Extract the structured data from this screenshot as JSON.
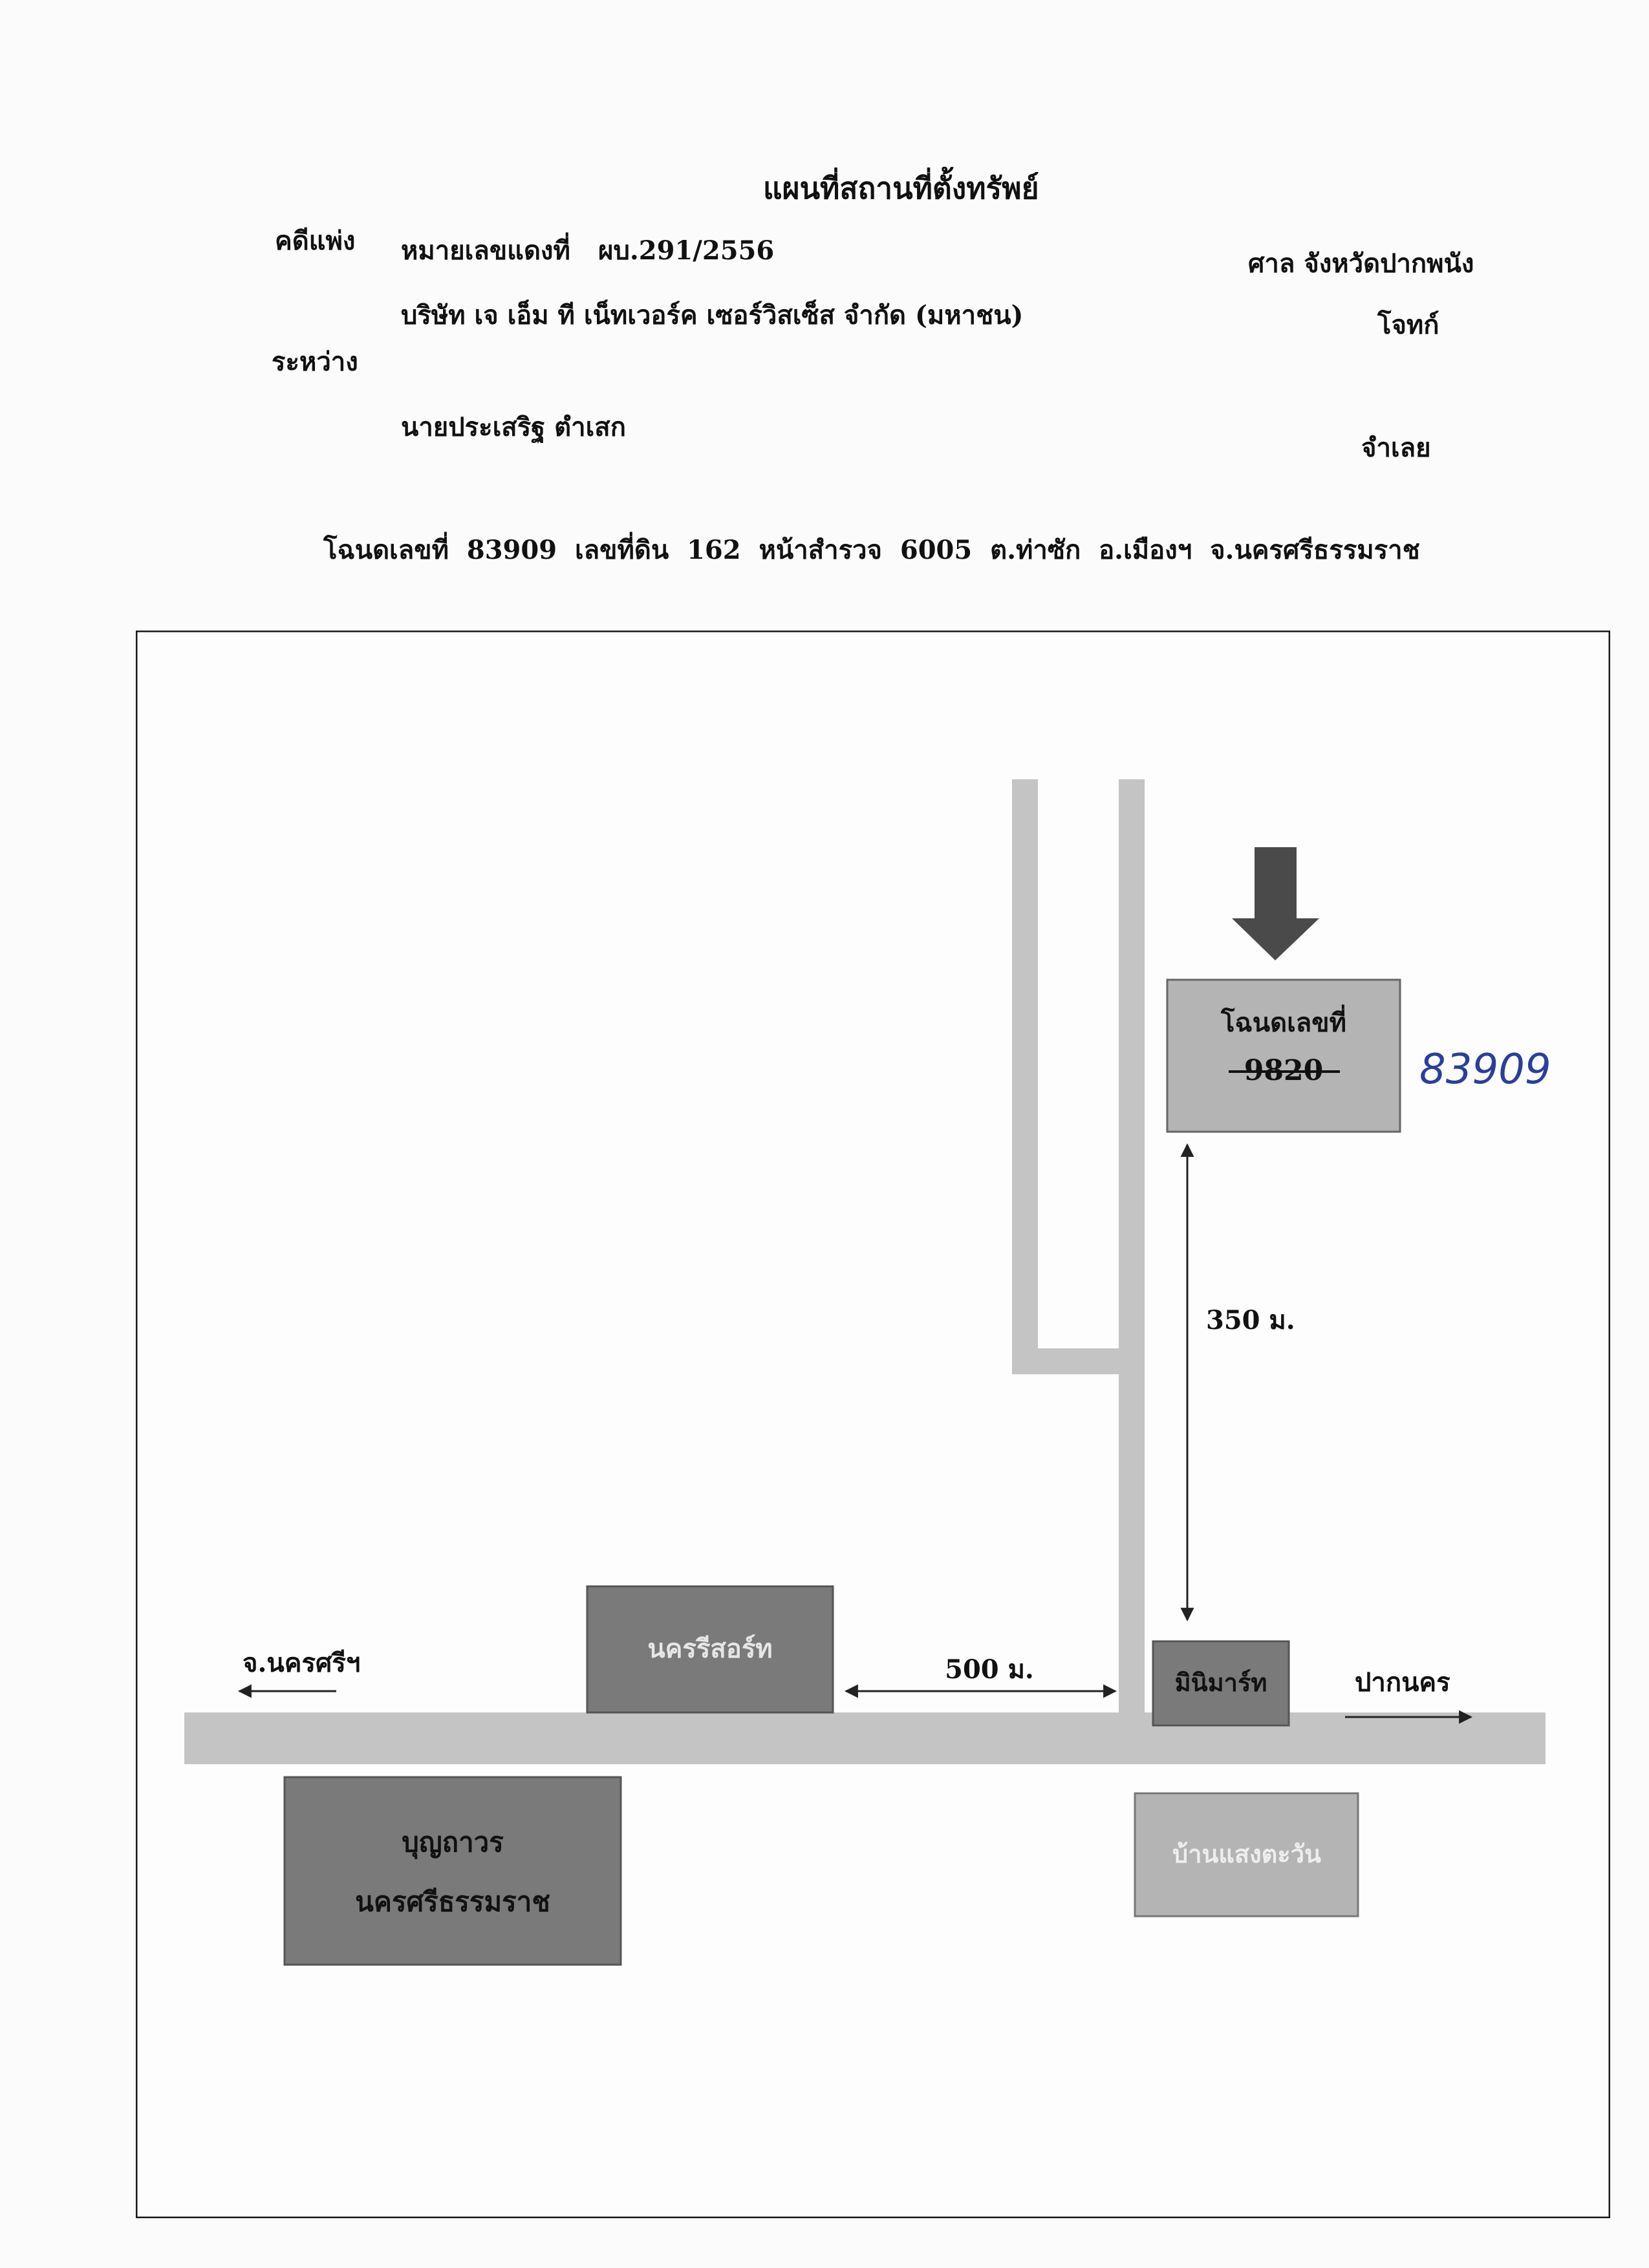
{
  "title": "แผนที่สถานที่ตั้งทรัพย์",
  "case": {
    "type_label": "คดีแพ่ง",
    "red_number_label": "หมายเลขแดงที่",
    "red_number": "ผบ.291/2556",
    "court": "ศาล จังหวัดปากพนัง",
    "plaintiff": "บริษัท เจ เอ็ม ที เน็ทเวอร์ค เซอร์วิสเซ็ส จำกัด (มหาชน)",
    "plaintiff_role": "โจทก์",
    "between_label": "ระหว่าง",
    "defendant": "นายประเสริฐ ตำเสก",
    "defendant_role": "จำเลย"
  },
  "deed_line": "โฉนดเลขที่ 83909 เลขที่ดิน 162 หน้าสำรวจ 6005 ต.ท่าซัก อ.เมืองฯ จ.นครศรีธรรมราช",
  "map": {
    "target_label": "โฉนดเลขที่",
    "target_old_number": "9820",
    "target_handwritten_number": "83909",
    "distance_vertical": "350 ม.",
    "distance_horizontal": "500 ม.",
    "direction_left": "จ.นครศรีฯ",
    "direction_right": "ปากนคร",
    "landmarks": {
      "nakhonsri_resort": "นครรีสอร์ท",
      "minimart": "มินิมาร์ท",
      "boonthavorn_line1": "บุญถาวร",
      "boonthavorn_line2": "นครศรีธรรมราช",
      "ban_saeng_tawan": "บ้านแสงตะวัน"
    },
    "colors": {
      "road": "#c4c4c4",
      "dark_box": "#7a7a7a",
      "light_box": "#b4b4b4",
      "arrow": "#4a4a4a",
      "handwriting": "#2a3f9a"
    }
  }
}
